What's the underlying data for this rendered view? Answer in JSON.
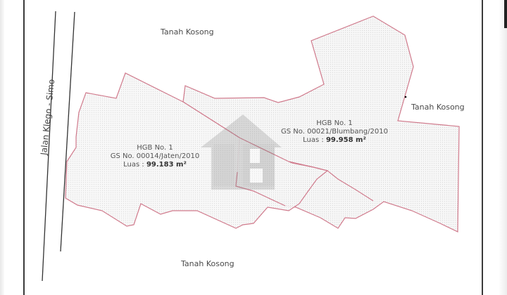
{
  "map": {
    "road": {
      "name": "Jalan Klego - Simo"
    },
    "surroundings": {
      "north": "Tanah Kosong",
      "east": "Tanah Kosong",
      "south": "Tanah Kosong"
    },
    "parcels": [
      {
        "title": "HGB No. 1",
        "gs_number": "GS No. 00014/Jaten/2010",
        "area_prefix": "Luas :",
        "area_value": "99.183 m²"
      },
      {
        "title": "HGB No. 1",
        "gs_number": "GS No. 00021/Blumbang/2010",
        "area_prefix": "Luas :",
        "area_value": "99.958 m²"
      }
    ],
    "watermark": {
      "logo": "JB house logo"
    },
    "colors": {
      "boundary": "#d07a8c",
      "parcel_fill": "#f3f3f3",
      "frame": "#3a3a3a",
      "text": "#4a4a4a",
      "watermark": "#9a9a9a"
    }
  }
}
